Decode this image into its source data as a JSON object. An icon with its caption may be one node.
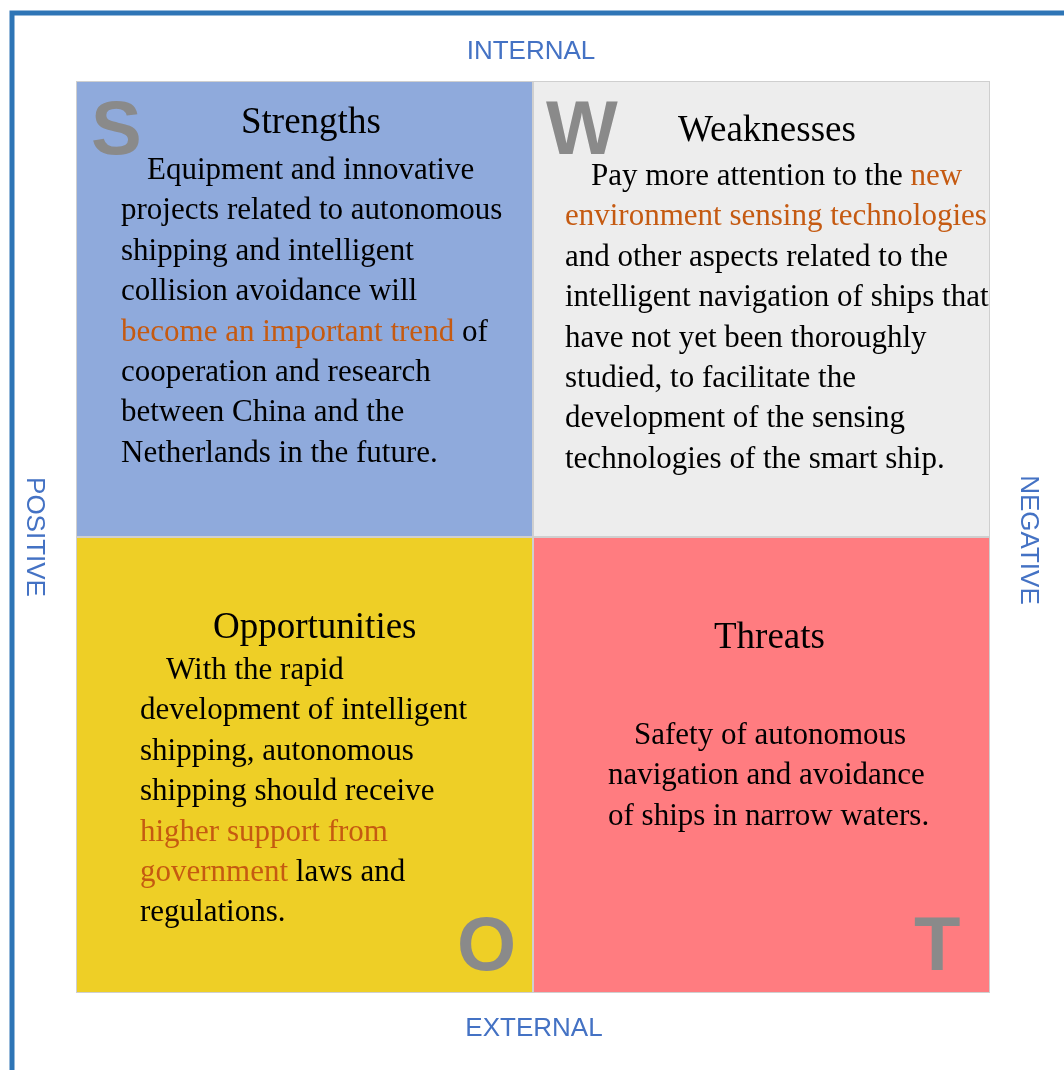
{
  "diagram": {
    "nodes": [
      {
        "text": [
          "S",
          "Strengths",
          "Equipment and innovative projects related to autonomous shipping and intelligent collision avoidance will *become an important trend* of cooperation and research between China and the Netherlands in the future."
        ]
      },
      {
        "text": [
          "W",
          "Weaknesses",
          "Pay more attention to the *new environment sensing technologies* and other aspects related to the intelligent navigation of ships that have not yet been thoroughly studied, to facilitate the development of the sensing technologies of the smart ship."
        ]
      },
      {
        "text": [
          "Opportunities",
          "With the rapid development of intelligent shipping, autonomous shipping should receive *higher support from government* laws and regulations.",
          "O"
        ]
      },
      {
        "text": [
          "Threats",
          "Safety of autonomous navigation and avoidance of ships in narrow waters.",
          "T"
        ]
      }
    ],
    "labels": [
      "INTERNAL",
      "POSITIVE",
      "NEGATIVE",
      "EXTERNAL"
    ]
  }
}
